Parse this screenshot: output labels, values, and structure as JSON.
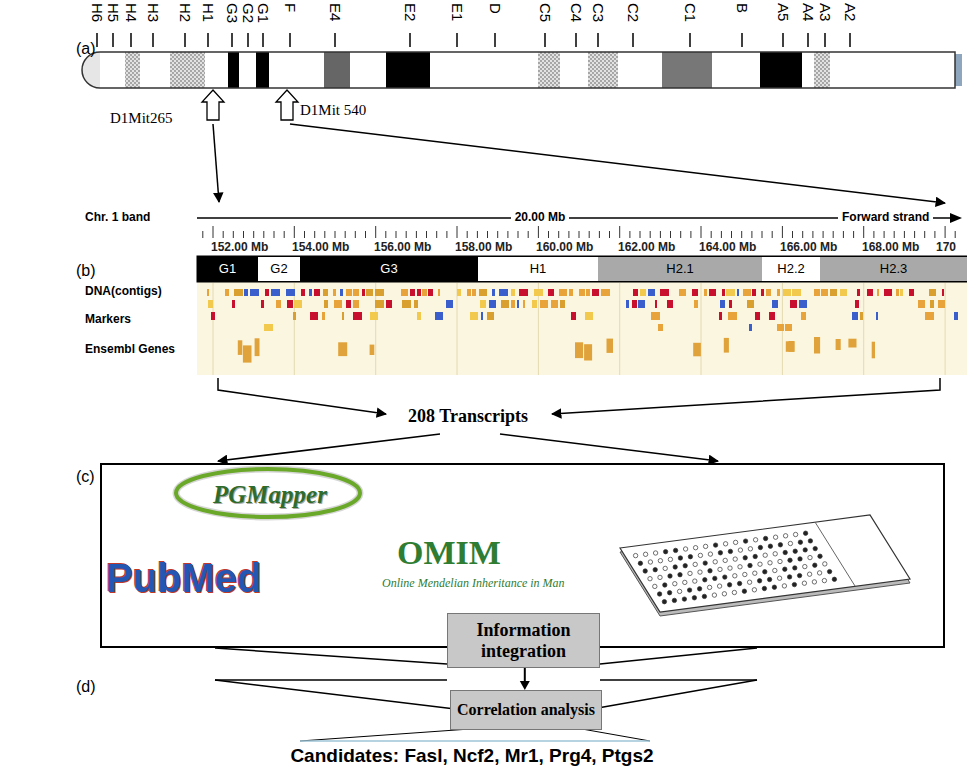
{
  "diagram": {
    "nodes": [
      {
        "text": [
          "G1"
        ]
      },
      {
        "text": [
          "G2"
        ]
      },
      {
        "text": [
          "G3"
        ]
      },
      {
        "text": [
          "H1"
        ]
      },
      {
        "text": [
          "H2.1"
        ]
      },
      {
        "text": [
          "H2.2"
        ]
      },
      {
        "text": [
          "H2.3"
        ]
      },
      {
        "text": [
          "PGMapper",
          "PubMed",
          "OMIM",
          "Online Mendelian Inheritance in Man"
        ]
      },
      {
        "text": [
          "Information integration"
        ]
      },
      {
        "text": [
          "Correlation analysis"
        ]
      }
    ],
    "edges": [
      {
        "from": 8,
        "to": 9,
        "arrow": "to"
      }
    ],
    "labels": [
      "(a)",
      "H6",
      "H5",
      "H4",
      "H3",
      "H2",
      "H1",
      "G3",
      "G2",
      "G1",
      "F",
      "E4",
      "E2",
      "E1",
      "D",
      "C5",
      "C4",
      "C3",
      "C2",
      "C1",
      "B",
      "A5",
      "A4",
      "A3",
      "A2",
      "D1Mit265",
      "D1Mit 540",
      "(b)",
      "Chr. 1 band",
      "20.00 Mb",
      "Forward strand",
      "152.00 Mb",
      "154.00 Mb",
      "156.00 Mb",
      "158.00 Mb",
      "160.00 Mb",
      "162.00 Mb",
      "164.00 Mb",
      "166.00 Mb",
      "168.00 Mb",
      "170",
      "DNA(contigs)",
      "Markers",
      "Ensembl Genes",
      "208 Transcripts",
      "(c)",
      "(d)",
      "Candidates: Fasl, Ncf2, Mr1, Prg4, Ptgs2"
    ]
  }
}
